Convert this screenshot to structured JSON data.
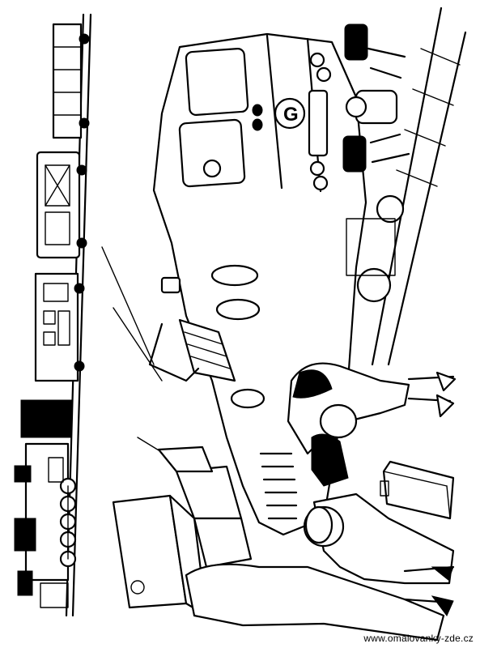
{
  "page": {
    "kind": "coloring-page",
    "watermark": "www.omalovanky-zde.cz",
    "locomotive_badge": "G"
  },
  "colors": {
    "ink": "#000000",
    "paper": "#ffffff"
  },
  "icons": {
    "small_train": "steam-train-icon",
    "main_locomotive": "diesel-locomotive-icon",
    "people": "passengers-icon",
    "suitcase": "suitcase-icon"
  }
}
